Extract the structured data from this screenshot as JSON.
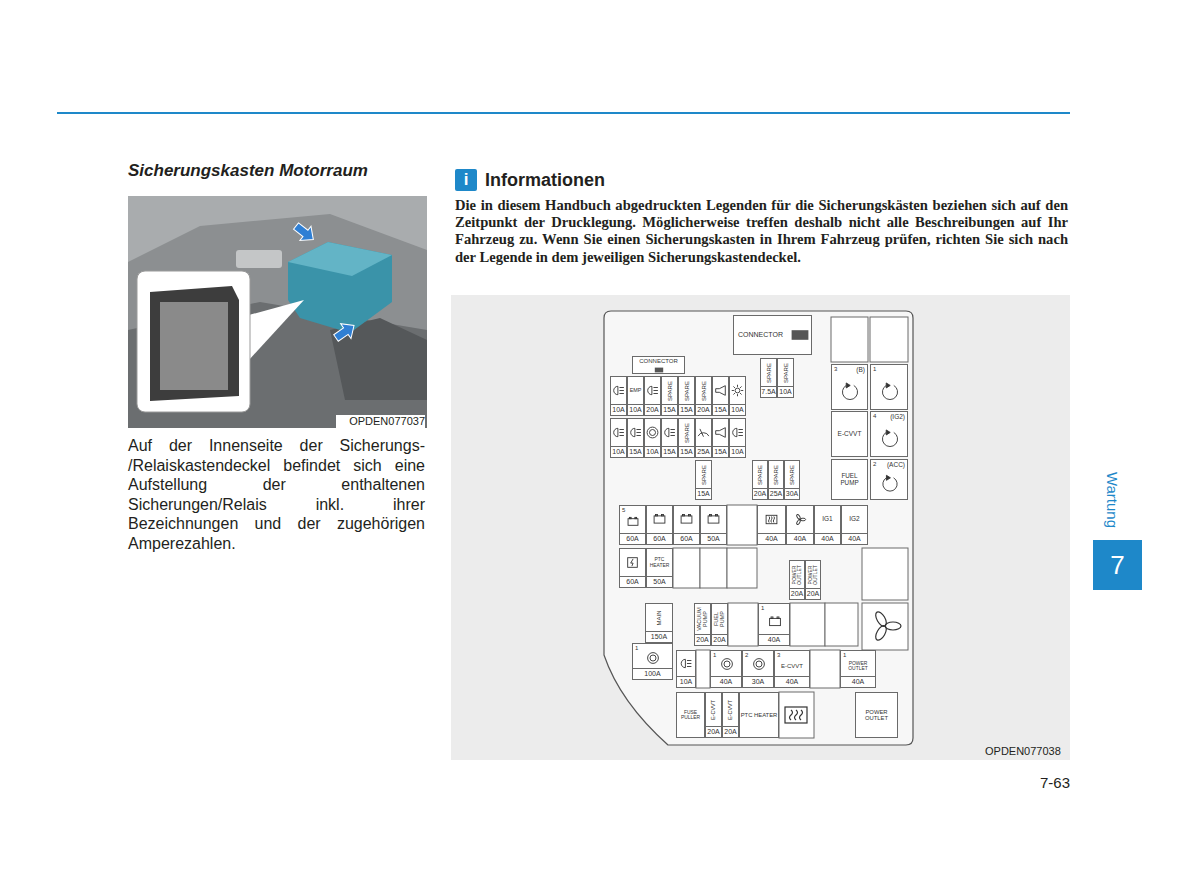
{
  "diagram": {
    "title": "Sicherungskasten Motorraum",
    "nodes": [
      {
        "text": [
          "i"
        ]
      },
      {
        "text": [
          "CONNECTOR"
        ]
      },
      {
        "text": [
          "CONNECTOR"
        ]
      },
      {
        "text": [
          "10A"
        ]
      },
      {
        "text": [
          "EMP",
          "10A"
        ]
      },
      {
        "text": [
          "20A"
        ]
      },
      {
        "text": [
          "SPARE",
          "15A"
        ]
      },
      {
        "text": [
          "SPARE",
          "15A"
        ]
      },
      {
        "text": [
          "SPARE",
          "20A"
        ]
      },
      {
        "text": [
          "15A"
        ]
      },
      {
        "text": [
          "10A"
        ]
      },
      {
        "text": [
          "10A"
        ]
      },
      {
        "text": [
          "15A"
        ]
      },
      {
        "text": [
          "10A"
        ]
      },
      {
        "text": [
          "15A"
        ]
      },
      {
        "text": [
          "SPARE",
          "15A"
        ]
      },
      {
        "text": [
          "25A"
        ]
      },
      {
        "text": [
          "15A"
        ]
      },
      {
        "text": [
          "10A"
        ]
      },
      {
        "text": [
          "SPARE",
          "15A"
        ]
      },
      {
        "text": [
          "SPARE",
          "7.5A"
        ]
      },
      {
        "text": [
          "SPARE",
          "10A"
        ]
      },
      {
        "text": [
          "SPARE",
          "20A"
        ]
      },
      {
        "text": [
          "SPARE",
          "25A"
        ]
      },
      {
        "text": [
          "SPARE",
          "30A"
        ]
      },
      {
        "text": [
          "3",
          "(B)"
        ]
      },
      {
        "text": [
          "1"
        ]
      },
      {
        "text": [
          "E-CVVT"
        ]
      },
      {
        "text": [
          "4",
          "(IG2)"
        ]
      },
      {
        "text": [
          "FUEL PUMP"
        ]
      },
      {
        "text": [
          "2",
          "(ACC)"
        ]
      },
      {
        "text": [
          "5",
          "60A"
        ]
      },
      {
        "text": [
          "60A"
        ]
      },
      {
        "text": [
          "60A"
        ]
      },
      {
        "text": [
          "50A"
        ]
      },
      {
        "text": [
          "40A"
        ]
      },
      {
        "text": [
          "40A"
        ]
      },
      {
        "text": [
          "IG1",
          "40A"
        ]
      },
      {
        "text": [
          "IG2",
          "40A"
        ]
      },
      {
        "text": [
          "60A"
        ]
      },
      {
        "text": [
          "PTC HEATER",
          "50A"
        ]
      },
      {
        "text": [
          "POWER OUTLET",
          "20A"
        ]
      },
      {
        "text": [
          "POWER OUTLET",
          "20A"
        ]
      },
      {
        "text": [
          "MAIN",
          "150A"
        ]
      },
      {
        "text": [
          "1",
          "100A"
        ]
      },
      {
        "text": [
          "VACUUM PUMP",
          "20A"
        ]
      },
      {
        "text": [
          "FUEL PUMP",
          "20A"
        ]
      },
      {
        "text": [
          "1",
          "40A"
        ]
      },
      {
        "text": [
          "10A"
        ]
      },
      {
        "text": [
          "1",
          "40A"
        ]
      },
      {
        "text": [
          "2",
          "30A"
        ]
      },
      {
        "text": [
          "3",
          "E-CVVT",
          "40A"
        ]
      },
      {
        "text": [
          "1",
          "POWER OUTLET",
          "40A"
        ]
      },
      {
        "text": [
          "FUSE PULLER"
        ]
      },
      {
        "text": [
          "E-CVVT",
          "20A"
        ]
      },
      {
        "text": [
          "E-CVVT",
          "20A"
        ]
      },
      {
        "text": [
          "PTC HEATER"
        ]
      },
      {
        "text": [
          "POWER OUTLET"
        ]
      },
      {
        "text": [
          "7"
        ]
      }
    ],
    "labels": [
      "OPDEN077037",
      "Auf der Innenseite der Sicherungs- /Relaiskastendeckel befindet sich eine Aufstellung der enthaltenen Sicherungen/Relais inkl. ihrer Bezeichnungen und der zugehörigen Amperezahlen.",
      "Informationen",
      "Die in diesem Handbuch abgedruckten Legenden für die Sicherungskästen beziehen sich auf den Zeitpunkt der Drucklegung. Möglicherweise treffen deshalb nicht alle Beschreibungen auf Ihr Fahrzeug zu. Wenn Sie einen Sicherungskasten in Ihrem Fahrzeug prüfen, richten Sie sich nach der Legende in dem jeweiligen Sicherungskastendeckel.",
      "OPDEN077038",
      "Wartung",
      "7-63"
    ]
  }
}
